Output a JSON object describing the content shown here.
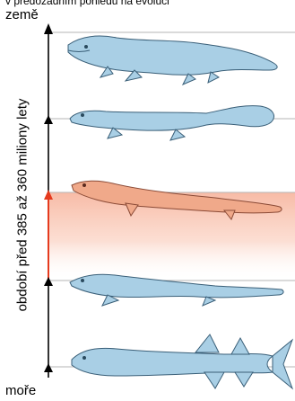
{
  "header": {
    "cut_text": "v předozadním pohledu na evoluci"
  },
  "axis": {
    "top_label": "země",
    "bottom_label": "moře",
    "side_label": "období před 385 až 360 miliony lety"
  },
  "stages": [
    {
      "name": "tetrapod-land-animal",
      "highlighted": false
    },
    {
      "name": "tetrapod-early",
      "highlighted": false
    },
    {
      "name": "tiktaalik",
      "highlighted": true
    },
    {
      "name": "panderichthys",
      "highlighted": false
    },
    {
      "name": "eusthenopteron-fish",
      "highlighted": false
    }
  ],
  "colors": {
    "animal_fill": "#a9cfe5",
    "animal_stroke": "#3a5f78",
    "highlight_fill": "#f0a98a",
    "highlight_stroke": "#8a4a36",
    "arrow_red": "#e53a1e",
    "band_top": "#f7b7a1",
    "timeline": "#000000",
    "divider": "#b0b0b0"
  }
}
